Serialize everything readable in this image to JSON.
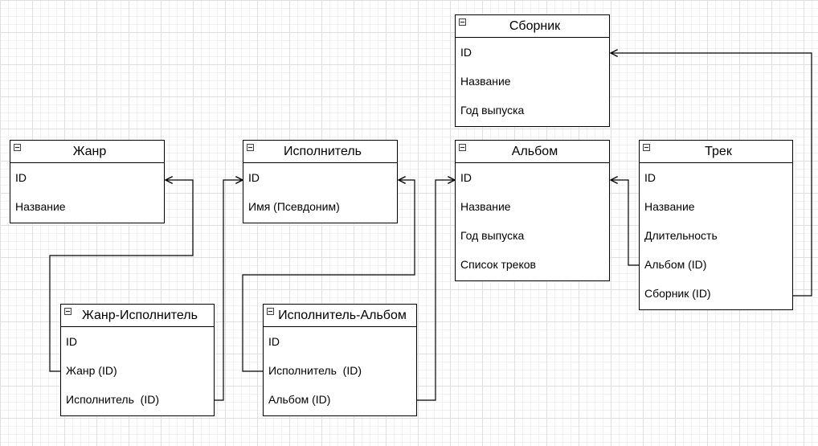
{
  "diagram": {
    "entities": {
      "sbornik": {
        "title": "Сборник",
        "fields": [
          "ID",
          "Название",
          "Год выпуска"
        ]
      },
      "zhanr": {
        "title": "Жанр",
        "fields": [
          "ID",
          "Название"
        ]
      },
      "ispolnitel": {
        "title": "Исполнитель",
        "fields": [
          "ID",
          "Имя (Псевдоним)"
        ]
      },
      "albom": {
        "title": "Альбом",
        "fields": [
          "ID",
          "Название",
          "Год выпуска",
          "Список треков"
        ]
      },
      "trek": {
        "title": "Трек",
        "fields": [
          "ID",
          "Название",
          "Длительность",
          "Альбом (ID)",
          "Сборник (ID)"
        ]
      },
      "zhanr_ispolnitel": {
        "title": "Жанр-Исполнитель",
        "fields": [
          "ID",
          "Жанр (ID)",
          "Исполнитель  (ID)"
        ]
      },
      "ispolnitel_albom": {
        "title": "Исполнитель-Альбом",
        "fields": [
          "ID",
          "Исполнитель  (ID)",
          "Альбом (ID)"
        ]
      }
    },
    "line_color": "#000000",
    "grid_color": "#dedede"
  }
}
